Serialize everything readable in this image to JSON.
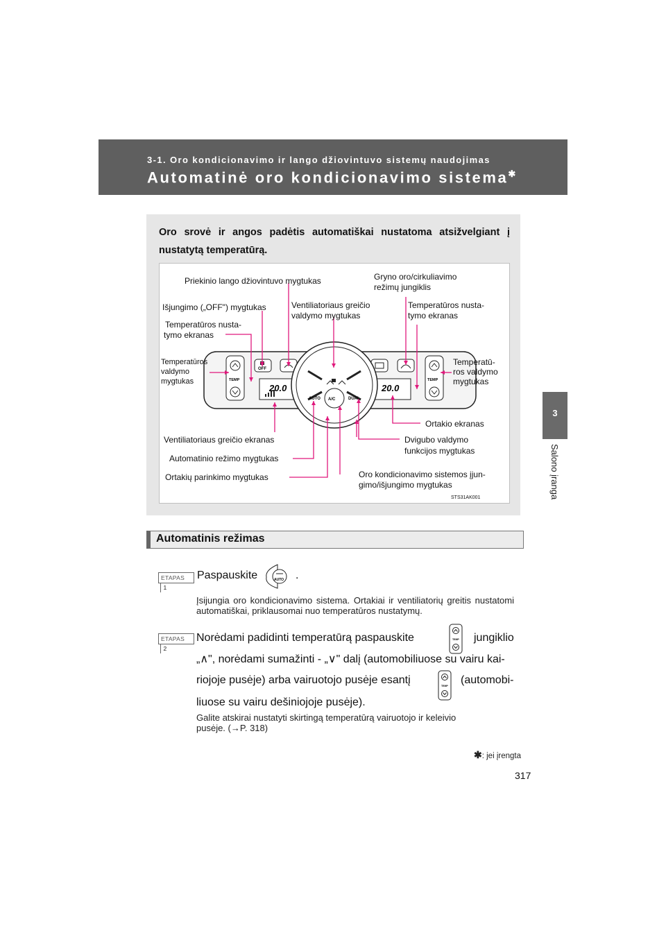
{
  "header": {
    "section": "3-1. Oro kondicionavimo ir lango džiovintuvo sistemų naudojimas",
    "title": "Automatinė oro kondicionavimo sistema",
    "title_mark": "✱"
  },
  "side": {
    "chapter": "3",
    "label": "Salono įranga"
  },
  "intro": "Oro srovė ir angos padėtis automatiškai nustatoma atsižvelgiant į nustatytą temperatūrą.",
  "diagram": {
    "code": "STS31AK001",
    "labels": {
      "defroster": "Priekinio lango džiovintuvo mygtukas",
      "fresh_air_1": "Gryno oro/cirkuliavimo",
      "fresh_air_2": "režimų jungiklis",
      "off": "Išjungimo („OFF\") mygtukas",
      "fan_btn_1": "Ventiliatoriaus greičio",
      "fan_btn_2": "valdymo mygtukas",
      "temp_disp_r_1": "Temperatūros nusta-",
      "temp_disp_r_2": "tymo ekranas",
      "temp_disp_l_1": "Temperatūros nusta-",
      "temp_disp_l_2": "tymo ekranas",
      "temp_ctrl_l_1": "Temperatūros",
      "temp_ctrl_l_2": "valdymo",
      "temp_ctrl_l_3": "mygtukas",
      "temp_ctrl_r_1": "Temperatū-",
      "temp_ctrl_r_2": "ros valdymo",
      "temp_ctrl_r_3": "mygtukas",
      "vent_disp": "Ortakio ekranas",
      "fan_disp": "Ventiliatoriaus greičio ekranas",
      "dual_1": "Dvigubo valdymo",
      "dual_2": "funkcijos mygtukas",
      "auto_btn": "Automatinio režimo mygtukas",
      "vent_select": "Ortakių parinkimo mygtukas",
      "ac_1": "Oro kondicionavimo sistemos įjun-",
      "ac_2": "gimo/išjungimo mygtukas"
    },
    "panel": {
      "off": "OFF",
      "temp": "TEMP",
      "auto": "AUTO",
      "ac": "A/C",
      "dual": "DUAL",
      "left_temp": "20.0",
      "right_temp": "20.0"
    }
  },
  "section_title": "Automatinis režimas",
  "steps": [
    {
      "badge": "ETAPAS",
      "num": "1",
      "text_a": "Paspauskite",
      "text_b": ".",
      "button": "AUTO",
      "detail": "Įsijungia oro kondicionavimo sistema. Ortakiai ir ventiliatorių greitis nustatomi automatiškai, priklausomai nuo temperatūros nustatymų."
    },
    {
      "badge": "ETAPAS",
      "num": "2",
      "line1_a": "Norėdami padidinti temperatūrą paspauskite",
      "line1_b": "jungiklio",
      "line2": "„∧\", norėdami sumažinti - „∨\" dalį (automobiliuose su vairu kai-",
      "line3_a": "riojoje pusėje) arba vairuotojo pusėje esantį",
      "line3_b": "(automobi-",
      "line4": "liuose su vairu dešiniojoje pusėje).",
      "button": "TEMP",
      "detail_1": "Galite atskirai nustatyti skirtingą temperatūrą vairuotojo ir keleivio",
      "detail_2": "pusėje. (→P. 318)"
    }
  ],
  "footnote": {
    "mark": "✱",
    "text": ": jei įrengta"
  },
  "page_number": "317"
}
